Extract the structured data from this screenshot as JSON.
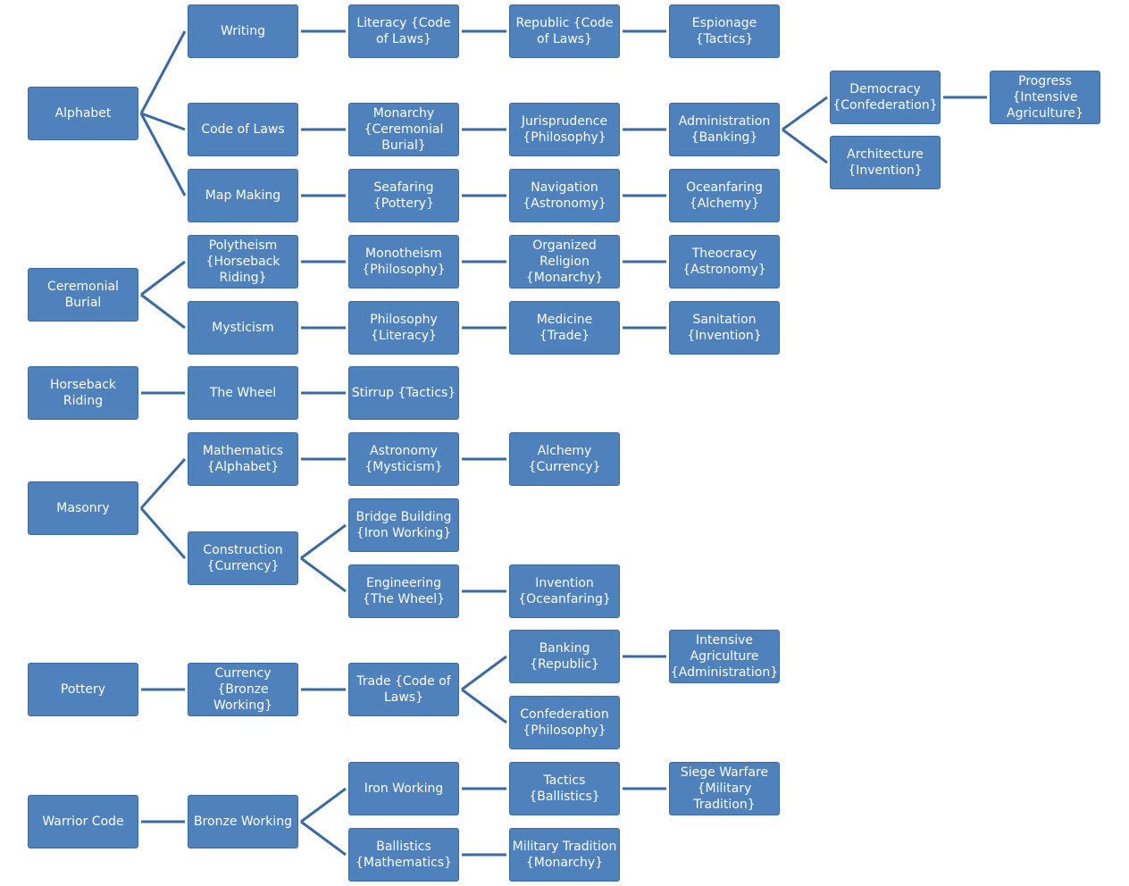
{
  "colors": {
    "node_fill": "#4f81bd",
    "connector": "#3a6aa5",
    "text": "#ffffff"
  },
  "nodes": [
    {
      "id": "alphabet",
      "label": "Alphabet"
    },
    {
      "id": "writing",
      "label": "Writing"
    },
    {
      "id": "literacy",
      "label": "Literacy {Code of Laws}"
    },
    {
      "id": "republic",
      "label": "Republic {Code of Laws}"
    },
    {
      "id": "espionage",
      "label": "Espionage {Tactics}"
    },
    {
      "id": "code-of-laws",
      "label": "Code of Laws"
    },
    {
      "id": "monarchy",
      "label": "Monarchy {Ceremonial Burial}"
    },
    {
      "id": "jurisprudence",
      "label": "Jurisprudence {Philosophy}"
    },
    {
      "id": "administration",
      "label": "Administration {Banking}"
    },
    {
      "id": "democracy",
      "label": "Democracy {Confederation}"
    },
    {
      "id": "progress",
      "label": "Progress {Intensive Agriculture}"
    },
    {
      "id": "architecture",
      "label": "Architecture {Invention}"
    },
    {
      "id": "map-making",
      "label": "Map Making"
    },
    {
      "id": "seafaring",
      "label": "Seafaring {Pottery}"
    },
    {
      "id": "navigation",
      "label": "Navigation {Astronomy}"
    },
    {
      "id": "oceanfaring",
      "label": "Oceanfaring {Alchemy}"
    },
    {
      "id": "ceremonial-burial",
      "label": "Ceremonial Burial"
    },
    {
      "id": "polytheism",
      "label": "Polytheism {Horseback Riding}"
    },
    {
      "id": "monotheism",
      "label": "Monotheism {Philosophy}"
    },
    {
      "id": "organized-religion",
      "label": "Organized Religion {Monarchy}"
    },
    {
      "id": "theocracy",
      "label": "Theocracy {Astronomy}"
    },
    {
      "id": "mysticism",
      "label": "Mysticism"
    },
    {
      "id": "philosophy",
      "label": "Philosophy {Literacy}"
    },
    {
      "id": "medicine",
      "label": "Medicine  {Trade}"
    },
    {
      "id": "sanitation",
      "label": "Sanitation {Invention}"
    },
    {
      "id": "horseback-riding",
      "label": "Horseback Riding"
    },
    {
      "id": "the-wheel",
      "label": "The Wheel"
    },
    {
      "id": "stirrup",
      "label": "Stirrup {Tactics}"
    },
    {
      "id": "masonry",
      "label": "Masonry"
    },
    {
      "id": "mathematics",
      "label": "Mathematics {Alphabet}"
    },
    {
      "id": "astronomy",
      "label": "Astronomy {Mysticism}"
    },
    {
      "id": "alchemy",
      "label": "Alchemy {Currency}"
    },
    {
      "id": "construction",
      "label": "Construction {Currency}"
    },
    {
      "id": "bridge-building",
      "label": "Bridge Building {Iron Working}"
    },
    {
      "id": "engineering",
      "label": "Engineering {The Wheel}"
    },
    {
      "id": "invention",
      "label": "Invention {Oceanfaring}"
    },
    {
      "id": "pottery",
      "label": "Pottery"
    },
    {
      "id": "currency",
      "label": "Currency {Bronze Working}"
    },
    {
      "id": "trade",
      "label": "Trade {Code of Laws}"
    },
    {
      "id": "banking",
      "label": "Banking {Republic}"
    },
    {
      "id": "intensive-agriculture",
      "label": "Intensive Agriculture {Administration}"
    },
    {
      "id": "confederation",
      "label": "Confederation {Philosophy}"
    },
    {
      "id": "warrior-code",
      "label": "Warrior Code"
    },
    {
      "id": "bronze-working",
      "label": "Bronze Working"
    },
    {
      "id": "iron-working",
      "label": "Iron Working"
    },
    {
      "id": "tactics",
      "label": "Tactics {Ballistics}"
    },
    {
      "id": "siege-warfare",
      "label": "Siege Warfare {Military Tradition}"
    },
    {
      "id": "ballistics",
      "label": "Ballistics {Mathematics}"
    },
    {
      "id": "military-tradition",
      "label": "Military Tradition {Monarchy}"
    }
  ],
  "edges": [
    [
      "alphabet",
      "writing"
    ],
    [
      "alphabet",
      "code-of-laws"
    ],
    [
      "alphabet",
      "map-making"
    ],
    [
      "writing",
      "literacy"
    ],
    [
      "literacy",
      "republic"
    ],
    [
      "republic",
      "espionage"
    ],
    [
      "code-of-laws",
      "monarchy"
    ],
    [
      "monarchy",
      "jurisprudence"
    ],
    [
      "jurisprudence",
      "administration"
    ],
    [
      "administration",
      "democracy"
    ],
    [
      "administration",
      "architecture"
    ],
    [
      "democracy",
      "progress"
    ],
    [
      "map-making",
      "seafaring"
    ],
    [
      "seafaring",
      "navigation"
    ],
    [
      "navigation",
      "oceanfaring"
    ],
    [
      "ceremonial-burial",
      "polytheism"
    ],
    [
      "ceremonial-burial",
      "mysticism"
    ],
    [
      "polytheism",
      "monotheism"
    ],
    [
      "monotheism",
      "organized-religion"
    ],
    [
      "organized-religion",
      "theocracy"
    ],
    [
      "mysticism",
      "philosophy"
    ],
    [
      "philosophy",
      "medicine"
    ],
    [
      "medicine",
      "sanitation"
    ],
    [
      "horseback-riding",
      "the-wheel"
    ],
    [
      "the-wheel",
      "stirrup"
    ],
    [
      "masonry",
      "mathematics"
    ],
    [
      "masonry",
      "construction"
    ],
    [
      "mathematics",
      "astronomy"
    ],
    [
      "astronomy",
      "alchemy"
    ],
    [
      "construction",
      "bridge-building"
    ],
    [
      "construction",
      "engineering"
    ],
    [
      "engineering",
      "invention"
    ],
    [
      "pottery",
      "currency"
    ],
    [
      "currency",
      "trade"
    ],
    [
      "trade",
      "banking"
    ],
    [
      "trade",
      "confederation"
    ],
    [
      "banking",
      "intensive-agriculture"
    ],
    [
      "warrior-code",
      "bronze-working"
    ],
    [
      "bronze-working",
      "iron-working"
    ],
    [
      "bronze-working",
      "ballistics"
    ],
    [
      "iron-working",
      "tactics"
    ],
    [
      "tactics",
      "siege-warfare"
    ],
    [
      "ballistics",
      "military-tradition"
    ]
  ]
}
